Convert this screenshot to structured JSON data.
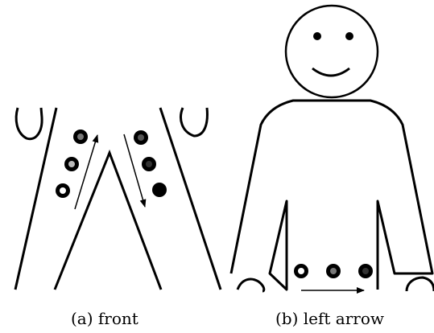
{
  "panels": {
    "a": {
      "caption_tag": "(a)",
      "caption_text": "front",
      "dots": [
        {
          "fill": "white ring",
          "color": "#777777"
        },
        {
          "fill": "gray center",
          "color": "#777777"
        },
        {
          "fill": "dark gray center",
          "color": "#333333"
        },
        {
          "fill": "dark gray center",
          "color": "#333333"
        },
        {
          "fill": "gray center",
          "color": "#777777"
        },
        {
          "fill": "solid black",
          "color": "#000000"
        }
      ],
      "arrows": [
        "up",
        "down"
      ]
    },
    "b": {
      "caption_tag": "(b)",
      "caption_text": "left arrow",
      "dots": [
        {
          "fill": "white ring",
          "color": "#000000"
        },
        {
          "fill": "gray center",
          "color": "#777777"
        },
        {
          "fill": "dark gray center",
          "color": "#333333"
        }
      ],
      "arrows": [
        "right"
      ]
    }
  },
  "colors": {
    "stroke": "#000000",
    "background": "#ffffff"
  }
}
